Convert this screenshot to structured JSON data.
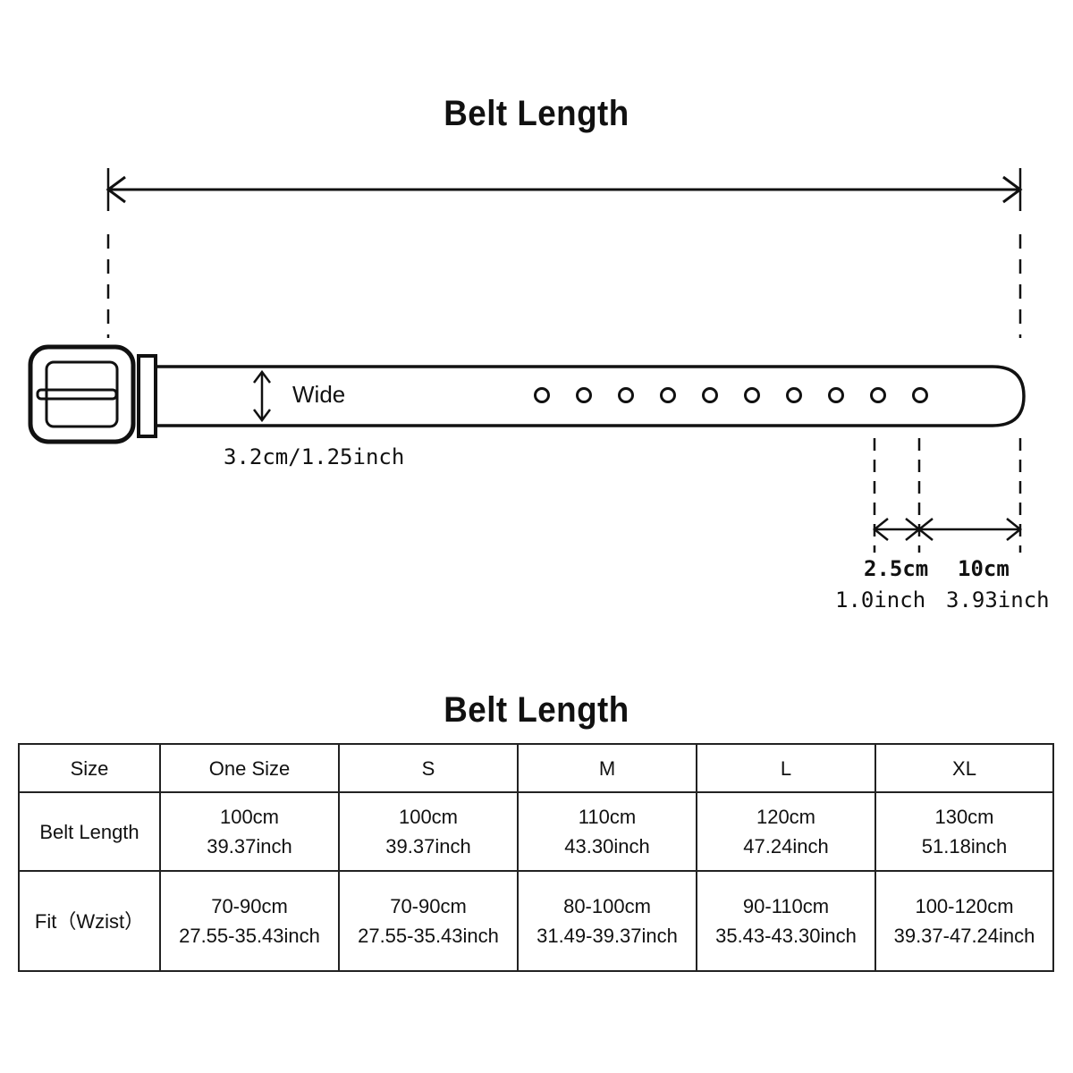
{
  "diagram_title": "Belt Length",
  "diagram": {
    "wide_label": "Wide",
    "width_value": "3.2cm/1.25inch",
    "hole_spacing_cm": "2.5cm",
    "hole_spacing_inch": "1.0inch",
    "tip_length_cm": "10cm",
    "tip_length_inch": "3.93inch",
    "hole_count": 10
  },
  "table_title": "Belt Length",
  "table": {
    "headers": [
      "Size",
      "One Size",
      "S",
      "M",
      "L",
      "XL"
    ],
    "rows": [
      {
        "label": "Belt Length",
        "cells": [
          [
            "100cm",
            "39.37inch"
          ],
          [
            "100cm",
            "39.37inch"
          ],
          [
            "110cm",
            "43.30inch"
          ],
          [
            "120cm",
            "47.24inch"
          ],
          [
            "130cm",
            "51.18inch"
          ]
        ]
      },
      {
        "label": "Fit（Wzist）",
        "cells": [
          [
            "70-90cm",
            "27.55-35.43inch"
          ],
          [
            "70-90cm",
            "27.55-35.43inch"
          ],
          [
            "80-100cm",
            "31.49-39.37inch"
          ],
          [
            "90-110cm",
            "35.43-43.30inch"
          ],
          [
            "100-120cm",
            "39.37-47.24inch"
          ]
        ]
      }
    ]
  }
}
